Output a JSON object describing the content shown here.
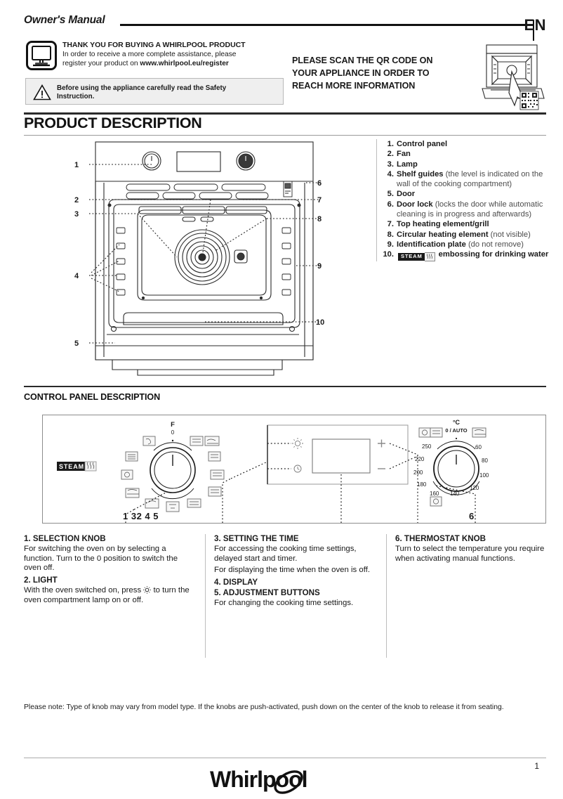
{
  "header": {
    "manual_title": "Owner's Manual",
    "language_code": "EN",
    "monitor_icon": "monitor-icon",
    "thank_you_title": "THANK YOU FOR BUYING A  WHIRLPOOL PRODUCT",
    "thank_you_line1": "In order to receive a more complete assistance, please",
    "thank_you_line2_prefix": "register your product on ",
    "thank_you_url": "www.whirlpool.eu/register",
    "warning_icon": "warning-triangle-icon",
    "safety_line1": "Before using the appliance carefully read the Safety",
    "safety_line2": "Instruction.",
    "qr_line1": "PLEASE SCAN THE QR CODE ON",
    "qr_line2": "YOUR APPLIANCE IN ORDER TO",
    "qr_line3": "REACH MORE INFORMATION",
    "qr_art_icon": "oven-with-qr-code-illustration"
  },
  "sections": {
    "product_description_title": "PRODUCT DESCRIPTION",
    "control_panel_title": "CONTROL PANEL DESCRIPTION"
  },
  "diagram": {
    "name": "oven-front-cutaway-diagram",
    "callout_numbers_left": [
      "1",
      "2",
      "3",
      "4",
      "5"
    ],
    "callout_numbers_right": [
      "6",
      "7",
      "8",
      "9",
      "10"
    ]
  },
  "legend": {
    "items": [
      {
        "num": "1.",
        "label": "Control panel",
        "sub": ""
      },
      {
        "num": "2.",
        "label": "Fan",
        "sub": ""
      },
      {
        "num": "3.",
        "label": "Lamp",
        "sub": ""
      },
      {
        "num": "4.",
        "label": "Shelf guides",
        "sub": " (the level is indicated on the wall of the cooking compartment)"
      },
      {
        "num": "5.",
        "label": "Door",
        "sub": ""
      },
      {
        "num": "6.",
        "label": "Door lock",
        "sub": " (locks the door while automatic cleaning is in progress and afterwards)"
      },
      {
        "num": "7.",
        "label": "Top heating element/grill",
        "sub": ""
      },
      {
        "num": "8.",
        "label": "Circular heating element",
        "sub": " (not visible)"
      },
      {
        "num": "9.",
        "label": "Identification plate",
        "sub": " (do not remove)"
      },
      {
        "num": "10.",
        "label": "",
        "sub": "",
        "badge": "STEAM",
        "after_badge": "embossing for drinking water"
      }
    ]
  },
  "control_panel": {
    "steam_badge_text": "STEAM",
    "function_knob": {
      "top_label": "F",
      "off_label": "0",
      "icons": [
        "defrost-icon",
        "grill-icon",
        "fan-icon",
        "bread-icon",
        "pizza-icon",
        "bottom-heat-fan-icon",
        "eco-icon",
        "conventional-icon",
        "fan-forced-icon",
        "special-function-icon",
        "turbo-grill-icon",
        "bottom-heat-icon"
      ]
    },
    "display_panel": {
      "light_icon": "light-bulb-icon",
      "clock_icon": "clock-icon",
      "plus_label": "+",
      "minus_label": "–"
    },
    "thermostat_knob": {
      "unit_label": "°C",
      "auto_label": "0 / AUTO",
      "ticks": [
        "250",
        "220",
        "200",
        "180",
        "160",
        "140",
        "120",
        "100",
        "80",
        "60"
      ],
      "icons": [
        "auto-clean-icon",
        "steam-clean-icon",
        "bread-proof-icon",
        "keep-warm-icon"
      ]
    },
    "reference_left": "1 32 4 5",
    "reference_right": "6"
  },
  "descriptions": {
    "col1": [
      {
        "type": "h",
        "text": "1. SELECTION KNOB"
      },
      {
        "type": "p",
        "text": "For switching the oven on by selecting a function. Turn to the  0 position to switch the oven off."
      },
      {
        "type": "h",
        "text": "2. LIGHT"
      },
      {
        "type": "p_bulb_pre",
        "text": "With the oven switched on, press "
      },
      {
        "type": "p_bulb_post",
        "text": "to turn the oven compartment lamp on or off."
      }
    ],
    "col2": [
      {
        "type": "h",
        "text": "3. SETTING THE TIME"
      },
      {
        "type": "p",
        "text": "For accessing the cooking time settings, delayed start and timer."
      },
      {
        "type": "p",
        "text": "For displaying the time when the oven is off."
      },
      {
        "type": "h",
        "text": "4. DISPLAY"
      },
      {
        "type": "h",
        "text": "5. ADJUSTMENT BUTTONS"
      },
      {
        "type": "p",
        "text": "For changing the cooking time settings."
      }
    ],
    "col3": [
      {
        "type": "h",
        "text": "6. THERMOSTAT KNOB"
      },
      {
        "type": "p",
        "text": "Turn to select the temperature you require when activating manual functions."
      }
    ]
  },
  "footer": {
    "note": "Please note: Type of knob may vary from model type. If the knobs are push-activated, push down on the center of the knob to release it from seating.",
    "page_number": "1",
    "brand": "Whirlpool"
  }
}
